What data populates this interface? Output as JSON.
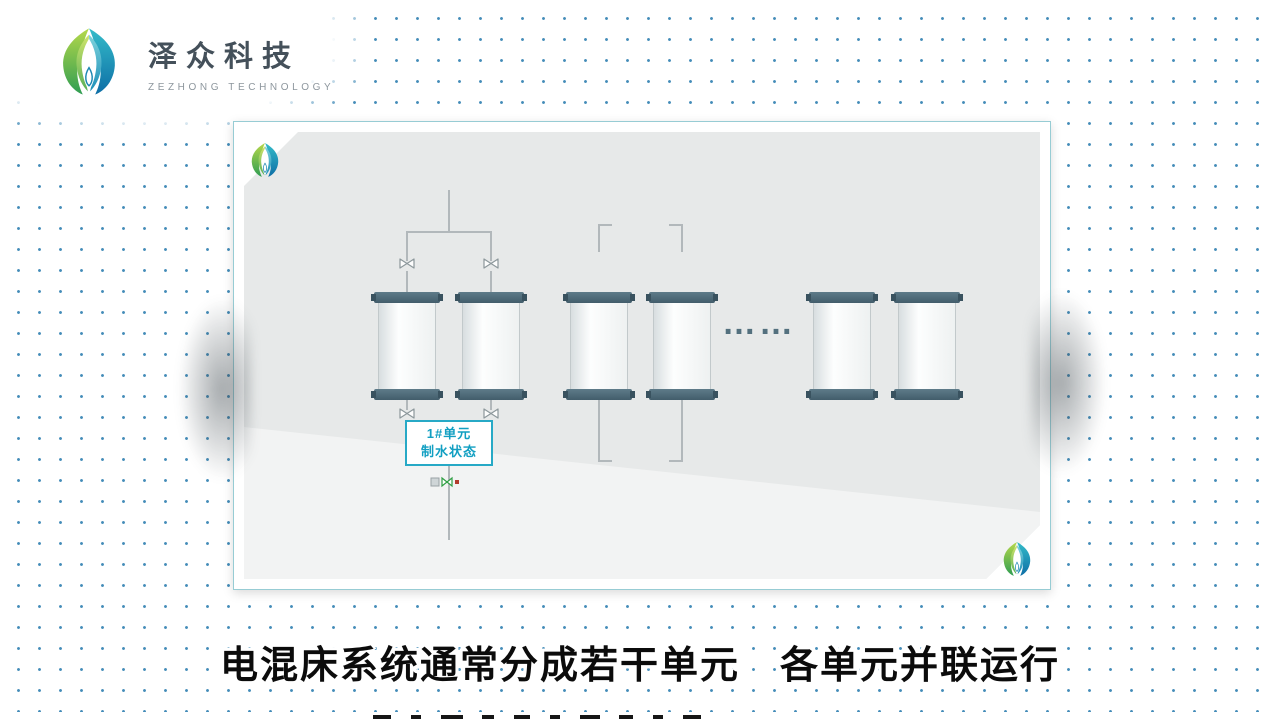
{
  "brand": {
    "name": "泽众科技",
    "subtitle": "ZEZHONG TECHNOLOGY"
  },
  "diagram": {
    "unit_label": {
      "line1": "1#单元",
      "line2": "制水状态"
    },
    "ellipsis": "……",
    "vessel_pairs": 3
  },
  "caption": {
    "text": "电混床系统通常分成若干单元　各单元并联运行"
  },
  "colors": {
    "accent_teal": "#27a9c6",
    "label_blue": "#129fc2",
    "vessel_cap": "#4c6b79",
    "background_dot": "#2378ac",
    "caption_fill": "#0b0b0b",
    "caption_outline": "#ffffff"
  }
}
